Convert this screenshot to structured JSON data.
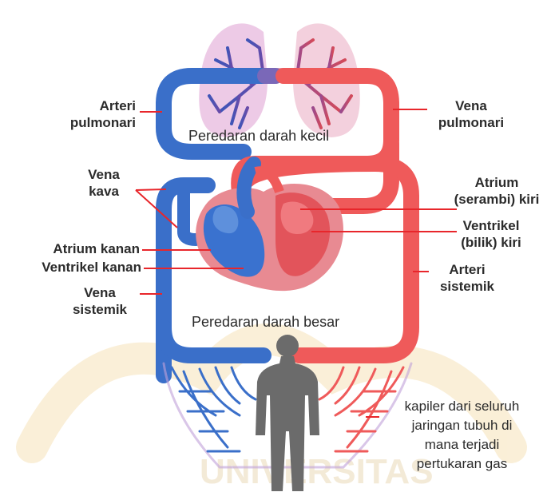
{
  "diagram": {
    "titles": {
      "pulmonary": "Peredaran darah kecil",
      "systemic": "Peredaran darah besar"
    },
    "labels": {
      "arteri_pulmonari": [
        "Arteri",
        "pulmonari"
      ],
      "vena_pulmonari": [
        "Vena",
        "pulmonari"
      ],
      "vena_kava": [
        "Vena",
        "kava"
      ],
      "atrium_kiri": [
        "Atrium",
        "(serambi) kiri"
      ],
      "ventrikel_kiri": [
        "Ventrikel",
        "(bilik) kiri"
      ],
      "atrium_kanan": "Atrium kanan",
      "ventrikel_kanan": "Ventrikel kanan",
      "arteri_sistemik": [
        "Arteri",
        "sistemik"
      ],
      "vena_sistemik": [
        "Vena",
        "sistemik"
      ],
      "kapiler": [
        "kapiler dari seluruh",
        "jaringan tubuh di",
        "mana terjadi",
        "pertukaran gas"
      ]
    },
    "watermark": "UNIVERSITAS",
    "colors": {
      "blue_vessel": "#3a6fc9",
      "red_vessel": "#ef5a5a",
      "lung_fill": "#e8bde0",
      "leader_line": "#e8262b",
      "watermark": "#f6e2b8"
    }
  }
}
